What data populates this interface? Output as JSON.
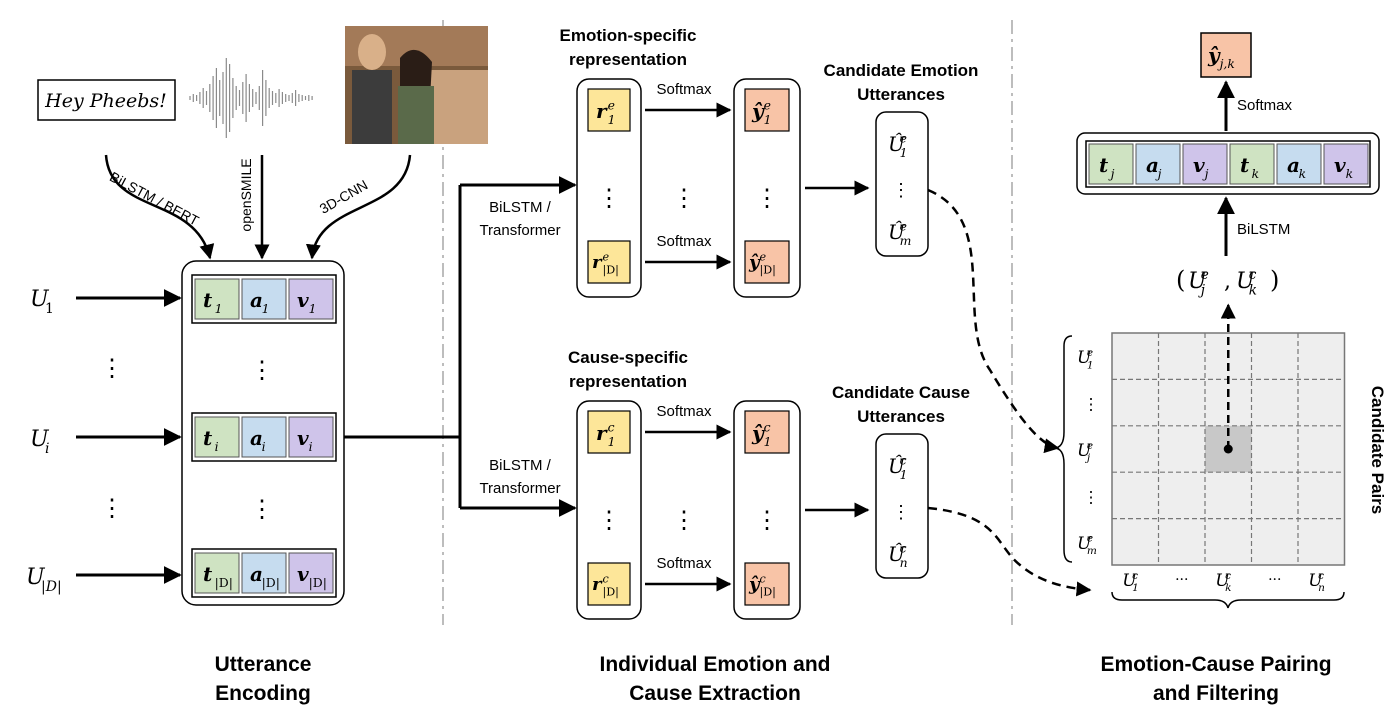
{
  "colors": {
    "green": "#cfe3c2",
    "blue": "#c6dcef",
    "purple": "#cfc4ea",
    "yellow": "#fde699",
    "orange": "#f8c4a7",
    "grid": "#eeeeee",
    "highlight": "#c8c8c8",
    "sep": "#bdbdbd"
  },
  "input": {
    "text": "Hey Pheebs!",
    "textual_encoder": "BiLSTM / BERT",
    "audio_encoder": "openSMILE",
    "visual_encoder": "3D-CNN",
    "image": "tv-scene-two-people-icon",
    "waveform": "audio-waveform-icon"
  },
  "utterances": {
    "u1": "U",
    "u1_sub": "1",
    "ui": "U",
    "ui_sub": "i",
    "uD": "U",
    "uD_sub": "|D|",
    "dots": "⋮"
  },
  "encoding_rows": [
    {
      "t": "t",
      "t_sub": "1",
      "a": "a",
      "a_sub": "1",
      "v": "v",
      "v_sub": "1"
    },
    {
      "t": "t",
      "t_sub": "i",
      "a": "a",
      "a_sub": "i",
      "v": "v",
      "v_sub": "i"
    },
    {
      "t": "t",
      "t_sub": "|D|",
      "a": "a",
      "a_sub": "|D|",
      "v": "v",
      "v_sub": "|D|"
    }
  ],
  "emotion_branch": {
    "title_line1": "Emotion-specific",
    "title_line2": "representation",
    "encoder_line1": "BiLSTM /",
    "encoder_line2": "Transformer",
    "softmax": "Softmax",
    "r1": "r",
    "r1_sup": "e",
    "r1_sub": "1",
    "rD": "r",
    "rD_sup": "e",
    "rD_sub": "|D|",
    "y1": "ŷ",
    "y1_sup": "e",
    "y1_sub": "1",
    "yD": "ŷ",
    "yD_sup": "e",
    "yD_sub": "|D|",
    "cand_line1": "Candidate Emotion",
    "cand_line2": "Utterances",
    "cand_top": "Û",
    "cand_top_sup": "e",
    "cand_top_sub": "1",
    "cand_bot": "Û",
    "cand_bot_sup": "e",
    "cand_bot_sub": "m"
  },
  "cause_branch": {
    "title_line1": "Cause-specific",
    "title_line2": "representation",
    "encoder_line1": "BiLSTM /",
    "encoder_line2": "Transformer",
    "softmax": "Softmax",
    "r1": "r",
    "r1_sup": "c",
    "r1_sub": "1",
    "rD": "r",
    "rD_sup": "c",
    "rD_sub": "|D|",
    "y1": "ŷ",
    "y1_sup": "c",
    "y1_sub": "1",
    "yD": "ŷ",
    "yD_sup": "c",
    "yD_sub": "|D|",
    "cand_line1": "Candidate Cause",
    "cand_line2": "Utterances",
    "cand_top": "Û",
    "cand_top_sup": "c",
    "cand_top_sub": "1",
    "cand_bot": "Û",
    "cand_bot_sup": "c",
    "cand_bot_sub": "n"
  },
  "pairing": {
    "output": "ŷ",
    "output_sub": "j,k",
    "softmax": "Softmax",
    "bilstm": "BiLSTM",
    "pair_open": "(",
    "pair_u1": "U",
    "pair_u1_sup": "e",
    "pair_u1_sub": "j",
    "pair_comma": ",",
    "pair_u2": "U",
    "pair_u2_sup": "c",
    "pair_u2_sub": "k",
    "pair_close": ")",
    "concat": [
      {
        "s": "t",
        "sub": "j"
      },
      {
        "s": "a",
        "sub": "j"
      },
      {
        "s": "v",
        "sub": "j"
      },
      {
        "s": "t",
        "sub": "k"
      },
      {
        "s": "a",
        "sub": "k"
      },
      {
        "s": "v",
        "sub": "k"
      }
    ],
    "rows": [
      {
        "s": "U",
        "sup": "e",
        "sub": "1"
      },
      {
        "s": "⋮",
        "sup": "",
        "sub": ""
      },
      {
        "s": "U",
        "sup": "e",
        "sub": "j"
      },
      {
        "s": "⋮",
        "sup": "",
        "sub": ""
      },
      {
        "s": "U",
        "sup": "e",
        "sub": "m"
      }
    ],
    "cols": [
      {
        "s": "U",
        "sup": "c",
        "sub": "1"
      },
      {
        "s": "···",
        "sup": "",
        "sub": ""
      },
      {
        "s": "U",
        "sup": "c",
        "sub": "k"
      },
      {
        "s": "···",
        "sup": "",
        "sub": ""
      },
      {
        "s": "U",
        "sup": "c",
        "sub": "n"
      }
    ],
    "side_label": "Candidate Pairs"
  },
  "stages": {
    "s1_line1": "Utterance",
    "s1_line2": "Encoding",
    "s2_line1": "Individual Emotion and",
    "s2_line2": "Cause Extraction",
    "s3_line1": "Emotion-Cause Pairing",
    "s3_line2": "and Filtering"
  }
}
